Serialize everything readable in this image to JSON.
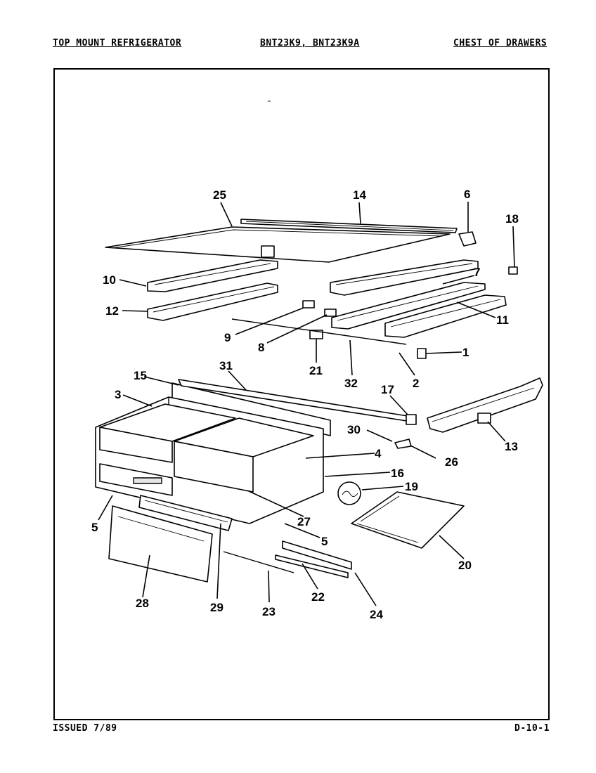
{
  "header": {
    "left": "TOP MOUNT REFRIGERATOR",
    "center": "BNT23K9, BNT23K9A",
    "right": "CHEST OF DRAWERS"
  },
  "footer": {
    "left": "ISSUED 7/89",
    "right": "D-10-1"
  },
  "callouts": {
    "c1": "1",
    "c2": "2",
    "c3": "3",
    "c4": "4",
    "c5a": "5",
    "c5b": "5",
    "c6": "6",
    "c7": "7",
    "c8": "8",
    "c9": "9",
    "c10": "10",
    "c11": "11",
    "c12": "12",
    "c13": "13",
    "c14": "14",
    "c15": "15",
    "c16": "16",
    "c17": "17",
    "c18": "18",
    "c19": "19",
    "c20": "20",
    "c21": "21",
    "c22": "22",
    "c23": "23",
    "c24": "24",
    "c25": "25",
    "c26": "26",
    "c27": "27",
    "c28": "28",
    "c29": "29",
    "c30": "30",
    "c31": "31",
    "c32": "32"
  }
}
